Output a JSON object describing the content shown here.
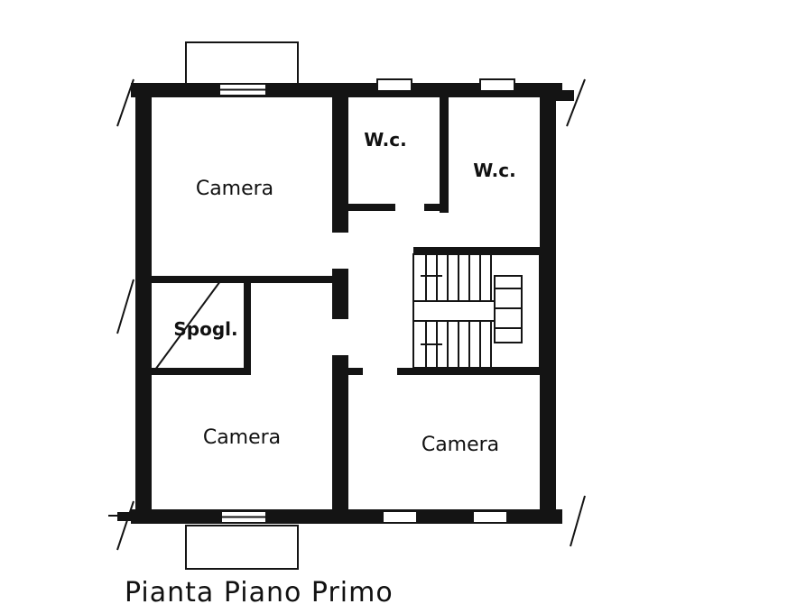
{
  "plan": {
    "title": "Pianta Piano Primo",
    "rooms": {
      "camera_top_left": "Camera",
      "wc_left": "W.c.",
      "wc_right": "W.c.",
      "spogliatoio": "Spogl.",
      "camera_bottom_left": "Camera",
      "camera_bottom_right": "Camera"
    }
  }
}
